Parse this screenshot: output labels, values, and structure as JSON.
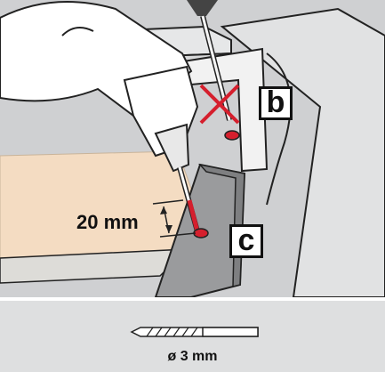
{
  "labels": {
    "b": "b",
    "c": "c"
  },
  "dimension": {
    "text": "20 mm"
  },
  "legend": {
    "bit_size": "ø 3 mm",
    "icon": "drill-bit-icon"
  },
  "colors": {
    "background": "#cfd0d2",
    "wood": "#f4dcc2",
    "drill_accent": "#d51f2d",
    "legend_background": "#dedfe0"
  }
}
